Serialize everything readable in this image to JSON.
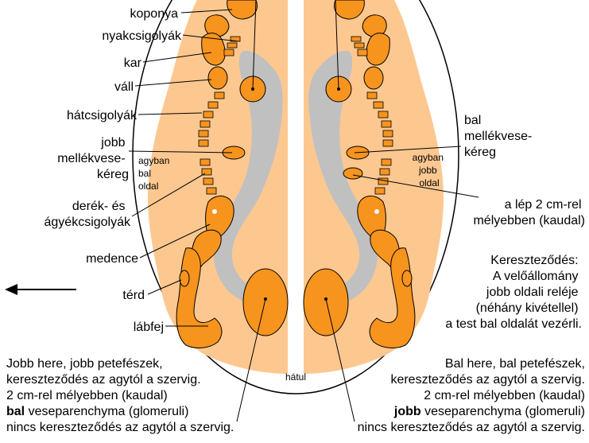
{
  "diagram": {
    "left_labels": {
      "koponya": "koponya",
      "nyakcsigolyak": "nyakcsigolyák",
      "kar": "kar",
      "vall": "váll",
      "hatcsigolyak": "hátcsigolyák",
      "jobb_mellekvesekereg": [
        "jobb",
        "mellékvese-",
        "kéreg"
      ],
      "agyban_bal_oldal": [
        "agyban",
        "bal",
        "oldal"
      ],
      "derek_agyek": [
        "derék- és",
        "ágyékcsigolyák"
      ],
      "medence": "medence",
      "terd": "térd",
      "labfej": "lábfej"
    },
    "right_labels": {
      "bal_mellekvesekereg": [
        "bal",
        "mellékvese-",
        "kéreg"
      ],
      "agyban_jobb_oldal": [
        "agyban",
        "jobb",
        "oldal"
      ],
      "lep": [
        "a lép 2 cm-rel",
        "mélyebben (kaudal)"
      ],
      "keresztezodes": [
        "Kereszteződés:",
        "A velőállomány",
        "jobb oldali reléje",
        "(néhány kivétellel)",
        "a test bal oldalát vezérli."
      ]
    },
    "bottom_left": [
      {
        "parts": [
          {
            "text": "Jobb here, jobb petefészek,",
            "bold": false
          }
        ]
      },
      {
        "parts": [
          {
            "text": "kereszteződés az agytól a szervig.",
            "bold": false
          }
        ]
      },
      {
        "parts": [
          {
            "text": "2 cm-rel mélyebben (kaudal)",
            "bold": false
          }
        ]
      },
      {
        "parts": [
          {
            "text": "bal",
            "bold": true
          },
          {
            "text": " veseparenchyma (glomeruli)",
            "bold": false
          }
        ]
      },
      {
        "parts": [
          {
            "text": "nincs kereszteződés az agytól a szervig.",
            "bold": false
          }
        ]
      }
    ],
    "bottom_right": [
      {
        "parts": [
          {
            "text": "Bal here, bal petefészek,",
            "bold": false
          }
        ]
      },
      {
        "parts": [
          {
            "text": "kereszteződés az agytól a szervig.",
            "bold": false
          }
        ]
      },
      {
        "parts": [
          {
            "text": "2 cm-rel mélyebben (kaudal)",
            "bold": false
          }
        ]
      },
      {
        "parts": [
          {
            "text": "jobb",
            "bold": true
          },
          {
            "text": " veseparenchyma (glomeruli)",
            "bold": false
          }
        ]
      },
      {
        "parts": [
          {
            "text": "nincs kereszteződés az agytól a szervig.",
            "bold": false
          }
        ]
      }
    ],
    "hatul": "hátul",
    "colors": {
      "light_orange": "#fcc890",
      "orange": "#f7941e",
      "grey": "#c0c0c0",
      "stroke": "#000000"
    }
  }
}
